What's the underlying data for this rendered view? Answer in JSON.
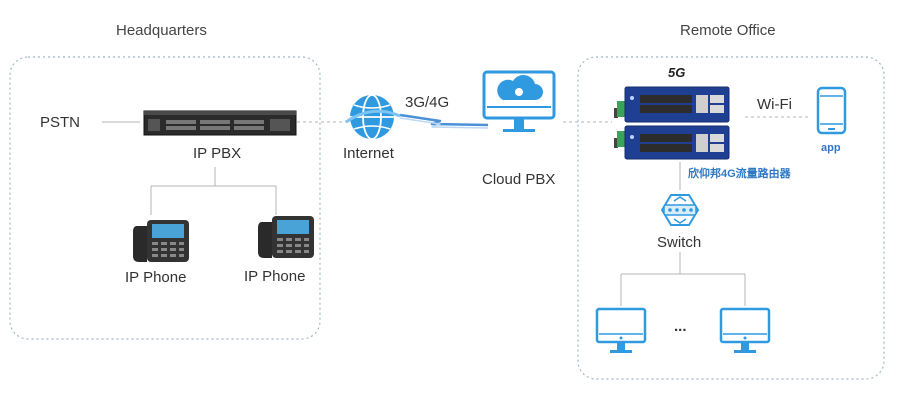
{
  "headquarters": {
    "title": "Headquarters",
    "pstn_label": "PSTN",
    "pbx_label": "IP PBX",
    "phones": [
      {
        "label": "IP Phone"
      },
      {
        "label": "IP Phone"
      }
    ]
  },
  "network": {
    "internet_label": "Internet",
    "link_label": "3G/4G",
    "cloud_pbx_label": "Cloud PBX"
  },
  "remote_office": {
    "title": "Remote Office",
    "badge_5g": "5G",
    "wifi_label": "Wi-Fi",
    "app_label": "app",
    "router_label": "欣仰邦4G流量路由器",
    "switch_label": "Switch",
    "ellipsis": "..."
  },
  "colors": {
    "border": "#9fb8c4",
    "icon_blue": "#2f9ae0",
    "router_blue": "#1f3f93",
    "text_blue": "#2f78c4",
    "line_gray": "#b5b5b5"
  }
}
